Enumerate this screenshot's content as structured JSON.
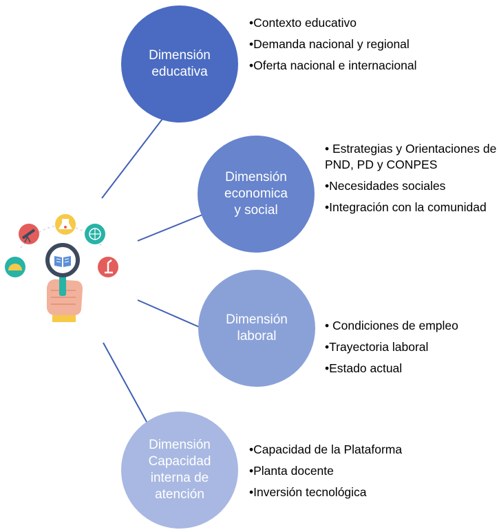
{
  "colors": {
    "dim1": "#4a6bc1",
    "dim2": "#6784cc",
    "dim3": "#8aa1d8",
    "dim4": "#a8b8e2",
    "connector": "#3f5fb5"
  },
  "illustration": {
    "icon": "magnifying-glass-education-icon"
  },
  "dimensions": [
    {
      "label_lines": [
        "Dimensión",
        "educativa"
      ],
      "bullets": [
        "•Contexto educativo",
        "•Demanda nacional y regional",
        "•Oferta nacional e internacional"
      ]
    },
    {
      "label_lines": [
        "Dimensión",
        "economica",
        "y social"
      ],
      "bullets": [
        "• Estrategias y Orientaciones de PND, PD y CONPES",
        "•Necesidades sociales",
        "•Integración con la comunidad"
      ]
    },
    {
      "label_lines": [
        "Dimensión",
        "laboral"
      ],
      "bullets": [
        "• Condiciones de empleo",
        "•Trayectoria laboral",
        "•Estado actual"
      ]
    },
    {
      "label_lines": [
        "Dimensión",
        "Capacidad",
        "interna de",
        "atención"
      ],
      "bullets": [
        "•Capacidad de la Plataforma",
        "•Planta docente",
        "•Inversión tecnológica"
      ]
    }
  ]
}
